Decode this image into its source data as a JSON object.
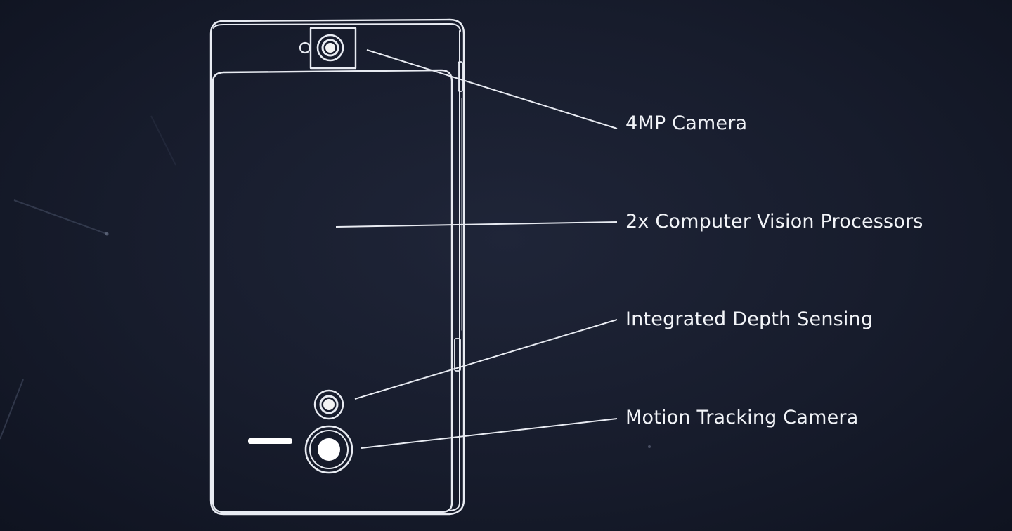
{
  "colors": {
    "background": "#171c2c",
    "line": "#e8ebf2",
    "text": "#f2f4f8"
  },
  "callouts": [
    {
      "label": "4MP Camera"
    },
    {
      "label": "2x Computer Vision Processors"
    },
    {
      "label": "Integrated Depth Sensing"
    },
    {
      "label": "Motion Tracking Camera"
    }
  ]
}
